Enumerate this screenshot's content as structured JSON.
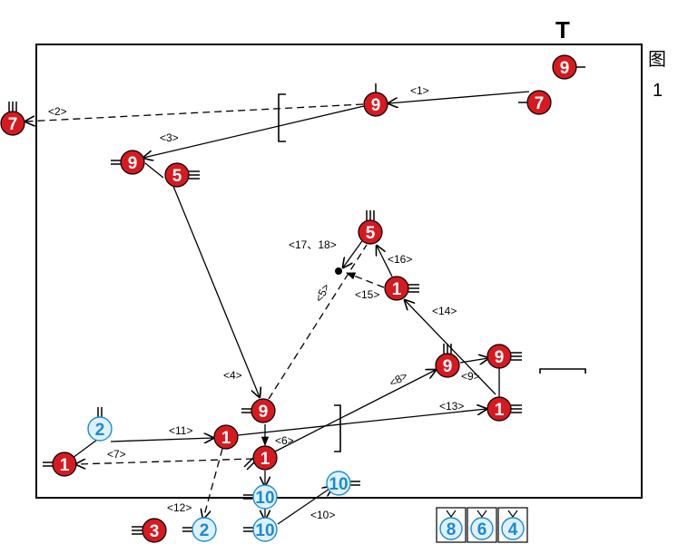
{
  "colors": {
    "red_node": "#d71920",
    "blue_node": "#dff1fb",
    "blue_stroke": "#1a8ad4",
    "line": "#000000",
    "white": "#ffffff"
  },
  "figure": {
    "label_char": "图",
    "label_num": "1",
    "top_mark": "T"
  },
  "nodes": [
    {
      "id": "n9_topright",
      "num": "9",
      "style": "red"
    },
    {
      "id": "n7_right",
      "num": "7",
      "style": "red"
    },
    {
      "id": "n9_top",
      "num": "9",
      "style": "red"
    },
    {
      "id": "n7_left",
      "num": "7",
      "style": "red"
    },
    {
      "id": "n9_left",
      "num": "9",
      "style": "red"
    },
    {
      "id": "n5_left",
      "num": "5",
      "style": "red"
    },
    {
      "id": "n5_center",
      "num": "5",
      "style": "red"
    },
    {
      "id": "n1_center",
      "num": "1",
      "style": "red"
    },
    {
      "id": "n9_right",
      "num": "9",
      "style": "red"
    },
    {
      "id": "n9_midright",
      "num": "9",
      "style": "red"
    },
    {
      "id": "n1_right",
      "num": "1",
      "style": "red"
    },
    {
      "id": "n9_bottom",
      "num": "9",
      "style": "red"
    },
    {
      "id": "n1_mid",
      "num": "1",
      "style": "red"
    },
    {
      "id": "n1_lower",
      "num": "1",
      "style": "red"
    },
    {
      "id": "n1_leftbottom",
      "num": "1",
      "style": "red"
    },
    {
      "id": "n2_blue_top",
      "num": "2",
      "style": "blue"
    },
    {
      "id": "n2_blue_bottom",
      "num": "2",
      "style": "blue"
    },
    {
      "id": "n10_mid",
      "num": "10",
      "style": "blue"
    },
    {
      "id": "n10_bottom",
      "num": "10",
      "style": "blue"
    },
    {
      "id": "n10_right",
      "num": "10",
      "style": "blue"
    },
    {
      "id": "n3_bottom",
      "num": "3",
      "style": "red"
    }
  ],
  "edges": [
    {
      "label": "<1>"
    },
    {
      "label": "<2>"
    },
    {
      "label": "<3>"
    },
    {
      "label": "<4>"
    },
    {
      "label": "<5>"
    },
    {
      "label": "<6>"
    },
    {
      "label": "<7>"
    },
    {
      "label": "<8>"
    },
    {
      "label": "<9>"
    },
    {
      "label": "<10>"
    },
    {
      "label": "<11>"
    },
    {
      "label": "<12>"
    },
    {
      "label": "<13>"
    },
    {
      "label": "<14>"
    },
    {
      "label": "<15>"
    },
    {
      "label": "<16>"
    },
    {
      "label": "<17、18>"
    }
  ],
  "legend_boxes": [
    {
      "num": "8"
    },
    {
      "num": "6"
    },
    {
      "num": "4"
    }
  ]
}
